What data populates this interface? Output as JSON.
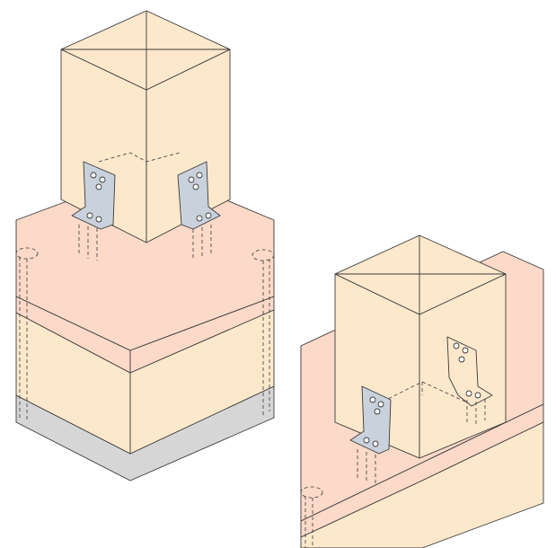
{
  "colors": {
    "post": "#fde8cc",
    "slab": "#fcd9c8",
    "footing": "#fde8cc",
    "base": "#d6d6d6",
    "bracket": "#c9d2dc",
    "line": "#3a3a3a"
  },
  "figures": [
    {
      "name": "post-on-footing",
      "brackets": 2
    },
    {
      "name": "post-on-beam",
      "brackets": 2
    }
  ]
}
